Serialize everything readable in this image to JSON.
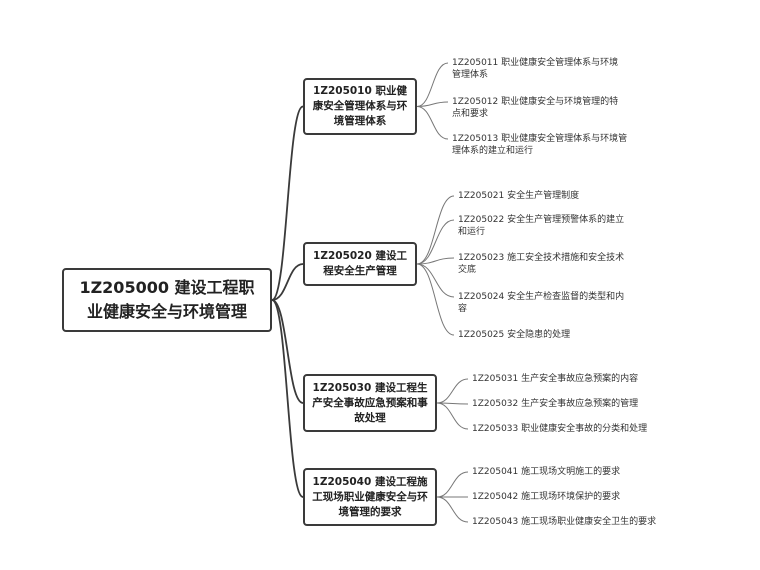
{
  "root": {
    "label": "1Z205000 建设工程职业健康安全与环境管理"
  },
  "branches": [
    {
      "label": "1Z205010 职业健康安全管理体系与环境管理体系",
      "children": [
        "1Z205011 职业健康安全管理体系与环境管理体系",
        "1Z205012 职业健康安全与环境管理的特点和要求",
        "1Z205013 职业健康安全管理体系与环境管理体系的建立和运行"
      ]
    },
    {
      "label": "1Z205020 建设工程安全生产管理",
      "children": [
        "1Z205021 安全生产管理制度",
        "1Z205022 安全生产管理预警体系的建立和运行",
        "1Z205023 施工安全技术措施和安全技术交底",
        "1Z205024 安全生产检查监督的类型和内容",
        "1Z205025 安全隐患的处理"
      ]
    },
    {
      "label": "1Z205030 建设工程生产安全事故应急预案和事故处理",
      "children": [
        "1Z205031 生产安全事故应急预案的内容",
        "1Z205032 生产安全事故应急预案的管理",
        "1Z205033 职业健康安全事故的分类和处理"
      ]
    },
    {
      "label": "1Z205040 建设工程施工现场职业健康安全与环境管理的要求",
      "children": [
        "1Z205041 施工现场文明施工的要求",
        "1Z205042 施工现场环境保护的要求",
        "1Z205043 施工现场职业健康安全卫生的要求"
      ]
    }
  ]
}
